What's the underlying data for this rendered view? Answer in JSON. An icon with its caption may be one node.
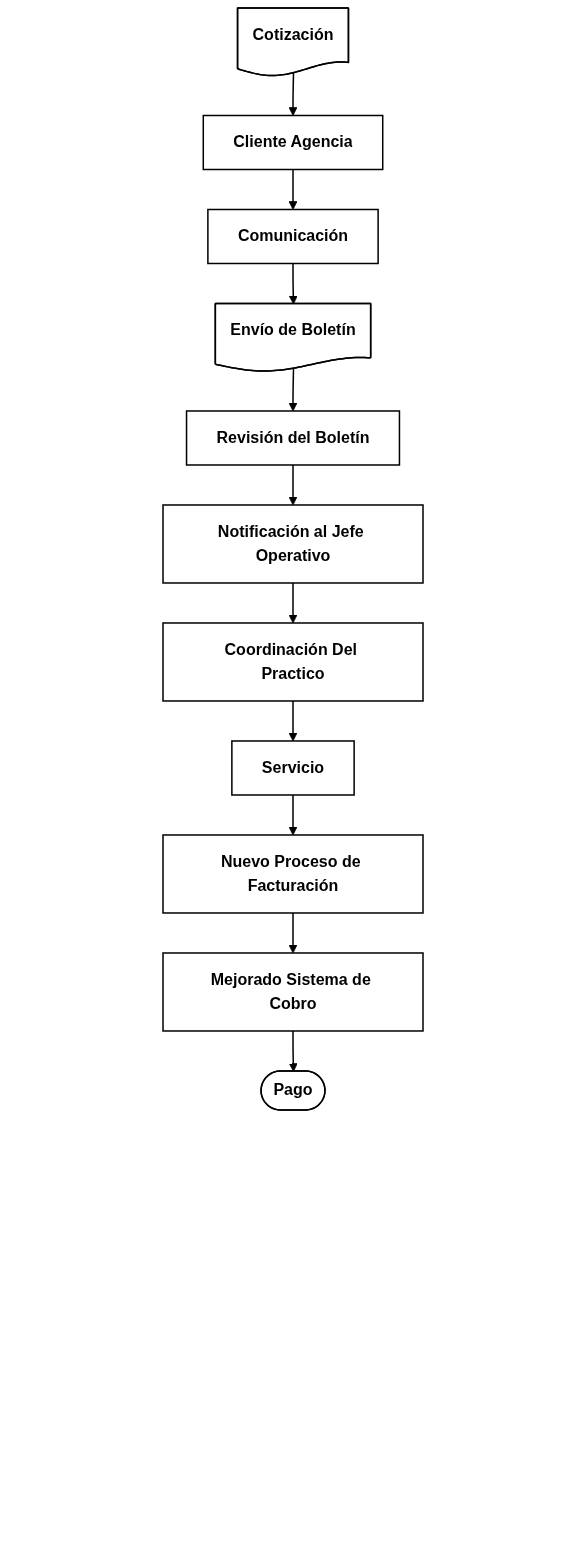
{
  "diagram": {
    "nodes": [
      {
        "text": [
          "Cotización"
        ]
      },
      {
        "text": [
          "Cliente Agencia"
        ]
      },
      {
        "text": [
          "Comunicación"
        ]
      },
      {
        "text": [
          "Envío de Boletín"
        ]
      },
      {
        "text": [
          "Revisión del Boletín"
        ]
      },
      {
        "text": [
          "Notificación al Jefe Operativo"
        ]
      },
      {
        "text": [
          "Coordinación Del Practico"
        ]
      },
      {
        "text": [
          "Servicio"
        ]
      },
      {
        "text": [
          "Nuevo Proceso de Facturación"
        ]
      },
      {
        "text": [
          "Mejorado Sistema de Cobro"
        ]
      },
      {
        "text": [
          "Pago"
        ]
      }
    ],
    "edges": [
      {
        "from": 0,
        "to": 1,
        "arrow": "to"
      },
      {
        "from": 1,
        "to": 2,
        "arrow": "to"
      },
      {
        "from": 2,
        "to": 3,
        "arrow": "to"
      },
      {
        "from": 3,
        "to": 4,
        "arrow": "to"
      },
      {
        "from": 4,
        "to": 5,
        "arrow": "to"
      },
      {
        "from": 5,
        "to": 6,
        "arrow": "to"
      },
      {
        "from": 6,
        "to": 7,
        "arrow": "to"
      },
      {
        "from": 7,
        "to": 8,
        "arrow": "to"
      },
      {
        "from": 8,
        "to": 9,
        "arrow": "to"
      },
      {
        "from": 9,
        "to": 10,
        "arrow": "to"
      }
    ]
  }
}
